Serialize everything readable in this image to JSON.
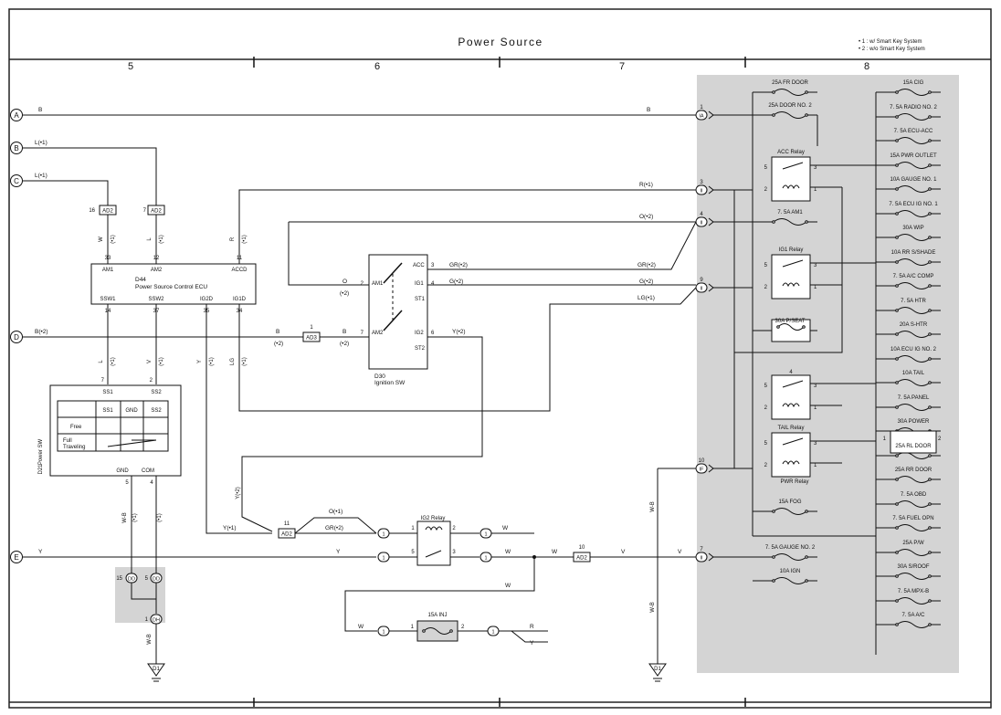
{
  "title": "Power Source",
  "notes": [
    "• 1 : w/ Smart Key System",
    "• 2 : w/o Smart Key System"
  ],
  "columns": [
    "5",
    "6",
    "7",
    "8"
  ],
  "terminals": [
    "A",
    "B",
    "C",
    "D",
    "E"
  ],
  "ecu": {
    "ref": "D44",
    "name": "Power Source Control ECU",
    "top_pins": [
      {
        "pin": "AM1",
        "num": "33",
        "wire": "W",
        "opt": "(•1)"
      },
      {
        "pin": "AM2",
        "num": "12",
        "wire": "L",
        "opt": "(•1)"
      },
      {
        "pin": "ACCD",
        "num": "11",
        "wire": "R",
        "opt": "(•1)"
      }
    ],
    "bottom_pins": [
      {
        "pin": "SSW1",
        "num": "14",
        "wire": "L",
        "opt": "(•1)"
      },
      {
        "pin": "SSW2",
        "num": "37",
        "wire": "V",
        "opt": "(•1)"
      },
      {
        "pin": "IG2D",
        "num": "35",
        "wire": "Y",
        "opt": "(•1)"
      },
      {
        "pin": "IG1D",
        "num": "34",
        "wire": "LG",
        "opt": "(•1)"
      }
    ]
  },
  "ign_sw": {
    "ref": "D30",
    "name": "Ignition SW",
    "pins": [
      "AM1",
      "AM2",
      "ACC",
      "IG1",
      "ST1",
      "IG2",
      "ST2"
    ],
    "pin_nums": [
      "2",
      "7",
      "3",
      "4",
      "6"
    ]
  },
  "power_sw": {
    "ref": "D21",
    "name": "Power SW",
    "top_pins": [
      {
        "pin": "SS1",
        "num": "7"
      },
      {
        "pin": "SS2",
        "num": "2"
      }
    ],
    "table_headers": [
      "SS1",
      "GND",
      "SS2"
    ],
    "rows": [
      "Free",
      "Full Traveling"
    ],
    "bottom_pins": [
      {
        "pin": "GND",
        "num": "5"
      },
      {
        "pin": "COM",
        "num": "4"
      }
    ]
  },
  "connectors": {
    "ad2_16": "AD2",
    "ad2_7": "AD2",
    "ad3": "AD3",
    "ad2_11": "AD2",
    "ad2_10": "AD2",
    "num_16": "16",
    "num_7": "7",
    "num_1": "1",
    "num_11": "11",
    "num_10": "10",
    "dd_a": "DD",
    "dd_b": "DD",
    "dh": "DH",
    "dd_a_num": "15",
    "dd_b_num": "5",
    "dh_num": "1",
    "ground": "D1"
  },
  "wire_labels": {
    "a_b": "B",
    "b_l": "L(•1)",
    "c_l": "L(•1)",
    "d_b": "B(•2)",
    "e_y": "Y",
    "a_b_right": "B",
    "r1": "R(•1)",
    "o2": "O(•2)",
    "gr2": "GR(•2)",
    "g2": "G(•2)",
    "lg1": "LG(•1)",
    "o_ign": "O",
    "o_ign_opt": "(•2)",
    "g_ign": "G(•2)",
    "gr_ign": "GR(•2)",
    "y_ign": "Y(•2)",
    "b_d": "B",
    "b_d_opt": "(•2)",
    "b_d2": "B",
    "b_d2_opt": "(•2)",
    "y2_vert": "Y(•2)",
    "y1": "Y(•1)",
    "o1": "O(•1)",
    "gr2_b": "GR(•2)",
    "wb_1": "W-B",
    "wb_2": "W-B",
    "wb_3": "W-B",
    "wb_4": "W-B",
    "wb_5": "W-B",
    "opt_1": "(•1)",
    "opt_2": "(•1)",
    "y_e": "Y",
    "w_1": "W",
    "w_2": "W",
    "w_3": "W",
    "v_1": "V",
    "v_2": "V",
    "w_4": "W",
    "r_out": "R",
    "y_out": "Y"
  },
  "relays": [
    "IG2 Relay",
    "ACC Relay",
    "IG1 Relay",
    "TAIL Relay",
    "PWR Relay"
  ],
  "fuse_inj": "15A INJ",
  "jb_pins": [
    {
      "num": "1",
      "code": "IA"
    },
    {
      "num": "3",
      "code": "II"
    },
    {
      "num": "4",
      "code": "II"
    },
    {
      "num": "9",
      "code": "II"
    },
    {
      "num": "10",
      "code": "IF"
    },
    {
      "num": "7",
      "code": "II"
    }
  ],
  "jb_fuses_left": [
    "25A FR DOOR",
    "25A DOOR NO. 2",
    "7. 5A AM1",
    "30A P/SEAT",
    "15A FOG",
    "7. 5A GAUGE NO. 2",
    "10A IGN"
  ],
  "jb_fuses_right": [
    "15A CIG",
    "7. 5A RADIO NO. 2",
    "7. 5A ECU-ACC",
    "15A PWR OUTLET",
    "10A GAUGE NO. 1",
    "7. 5A ECU IG NO. 1",
    "30A WIP",
    "10A RR S/SHADE",
    "7. 5A A/C COMP",
    "7. 5A HTR",
    "20A S-HTR",
    "10A ECU IG NO. 2",
    "10A TAIL",
    "7. 5A PANEL",
    "30A POWER",
    "25A RL DOOR",
    "25A RR DOOR",
    "7. 5A OBD",
    "7. 5A FUEL OPN",
    "25A P/W",
    "30A S/ROOF",
    "7. 5A MPX-B",
    "7. 5A A/C"
  ],
  "relay_pin_nums": [
    "5",
    "3",
    "2",
    "1",
    "4"
  ]
}
